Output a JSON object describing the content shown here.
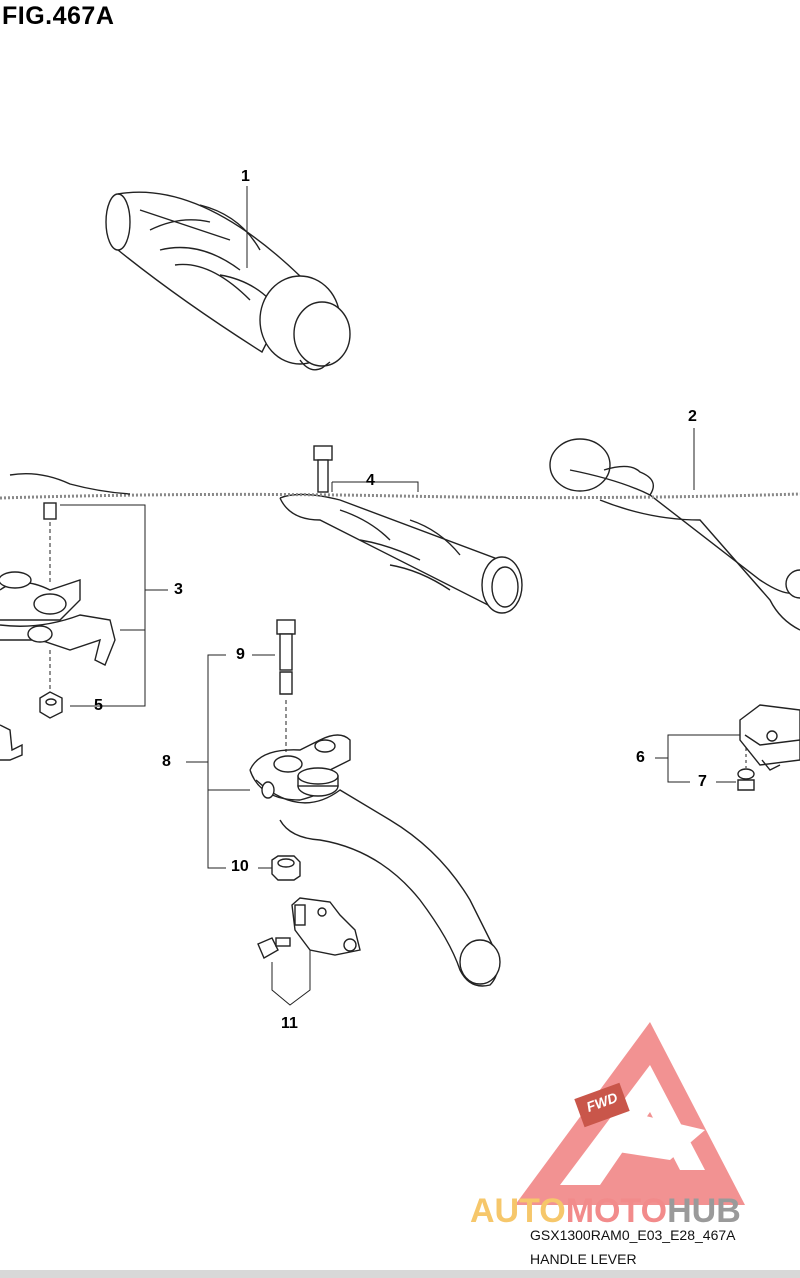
{
  "figure": {
    "title": "FIG.467A",
    "code": "GSX1300RAM0_E03_E28_467A",
    "caption": "HANDLE LEVER"
  },
  "callouts": [
    "1",
    "2",
    "3",
    "4",
    "5",
    "6",
    "7",
    "8",
    "9",
    "10",
    "11"
  ],
  "watermark": {
    "badge": "FWD",
    "word_part1": "AUTO",
    "word_part2": "MOTO",
    "word_part3": "HUB",
    "colors": {
      "triangle": "#f08080",
      "auto": "#f6c76b",
      "moto": "#f28b8b",
      "hub": "#9a9a9a"
    }
  }
}
